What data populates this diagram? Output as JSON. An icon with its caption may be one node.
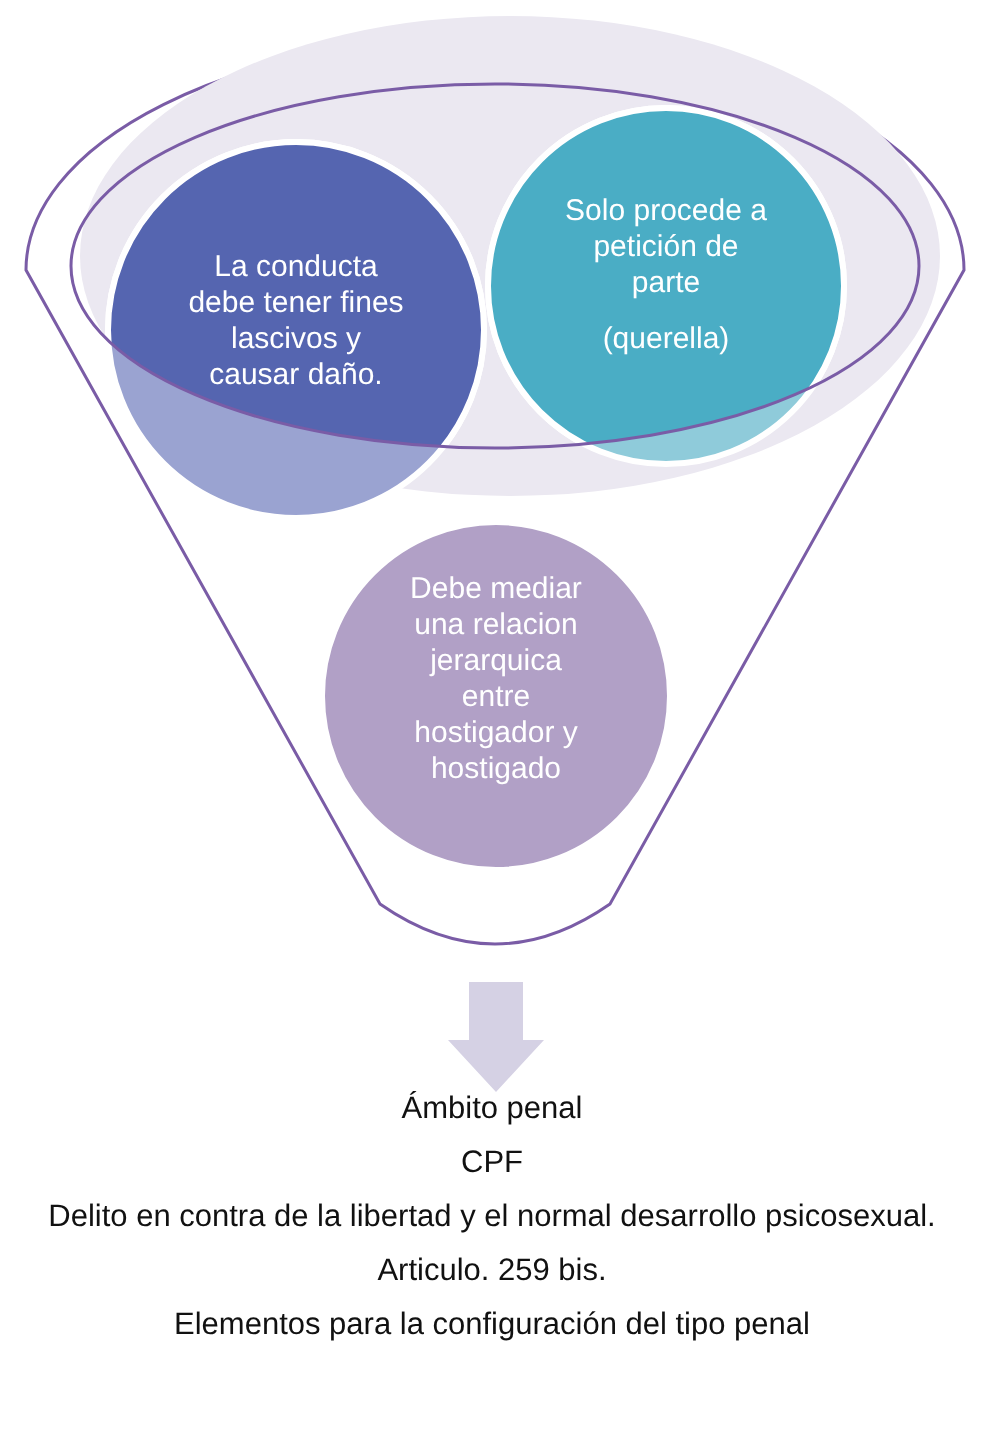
{
  "diagram": {
    "nodes": [
      {
        "text": [],
        "shape": "funnel"
      },
      {
        "text": [
          "La conducta debe tener fines lascivos y causar daño."
        ],
        "in": 0
      },
      {
        "text": [
          "Solo procede a petición de parte",
          "(querella)"
        ],
        "in": 0
      },
      {
        "text": [
          "Debe mediar una relacion jerarquica entre hostigador y hostigado"
        ],
        "in": 0
      },
      {
        "text": [
          "Ámbito penal",
          "CPF",
          "Delito en contra de la libertad y el normal desarrollo psicosexual.",
          "Articulo. 259 bis.",
          "Elementos para la configuración del tipo penal"
        ]
      }
    ],
    "edges": [
      {
        "from": 0,
        "to": 4,
        "arrow": "to",
        "style": "thick"
      }
    ]
  }
}
